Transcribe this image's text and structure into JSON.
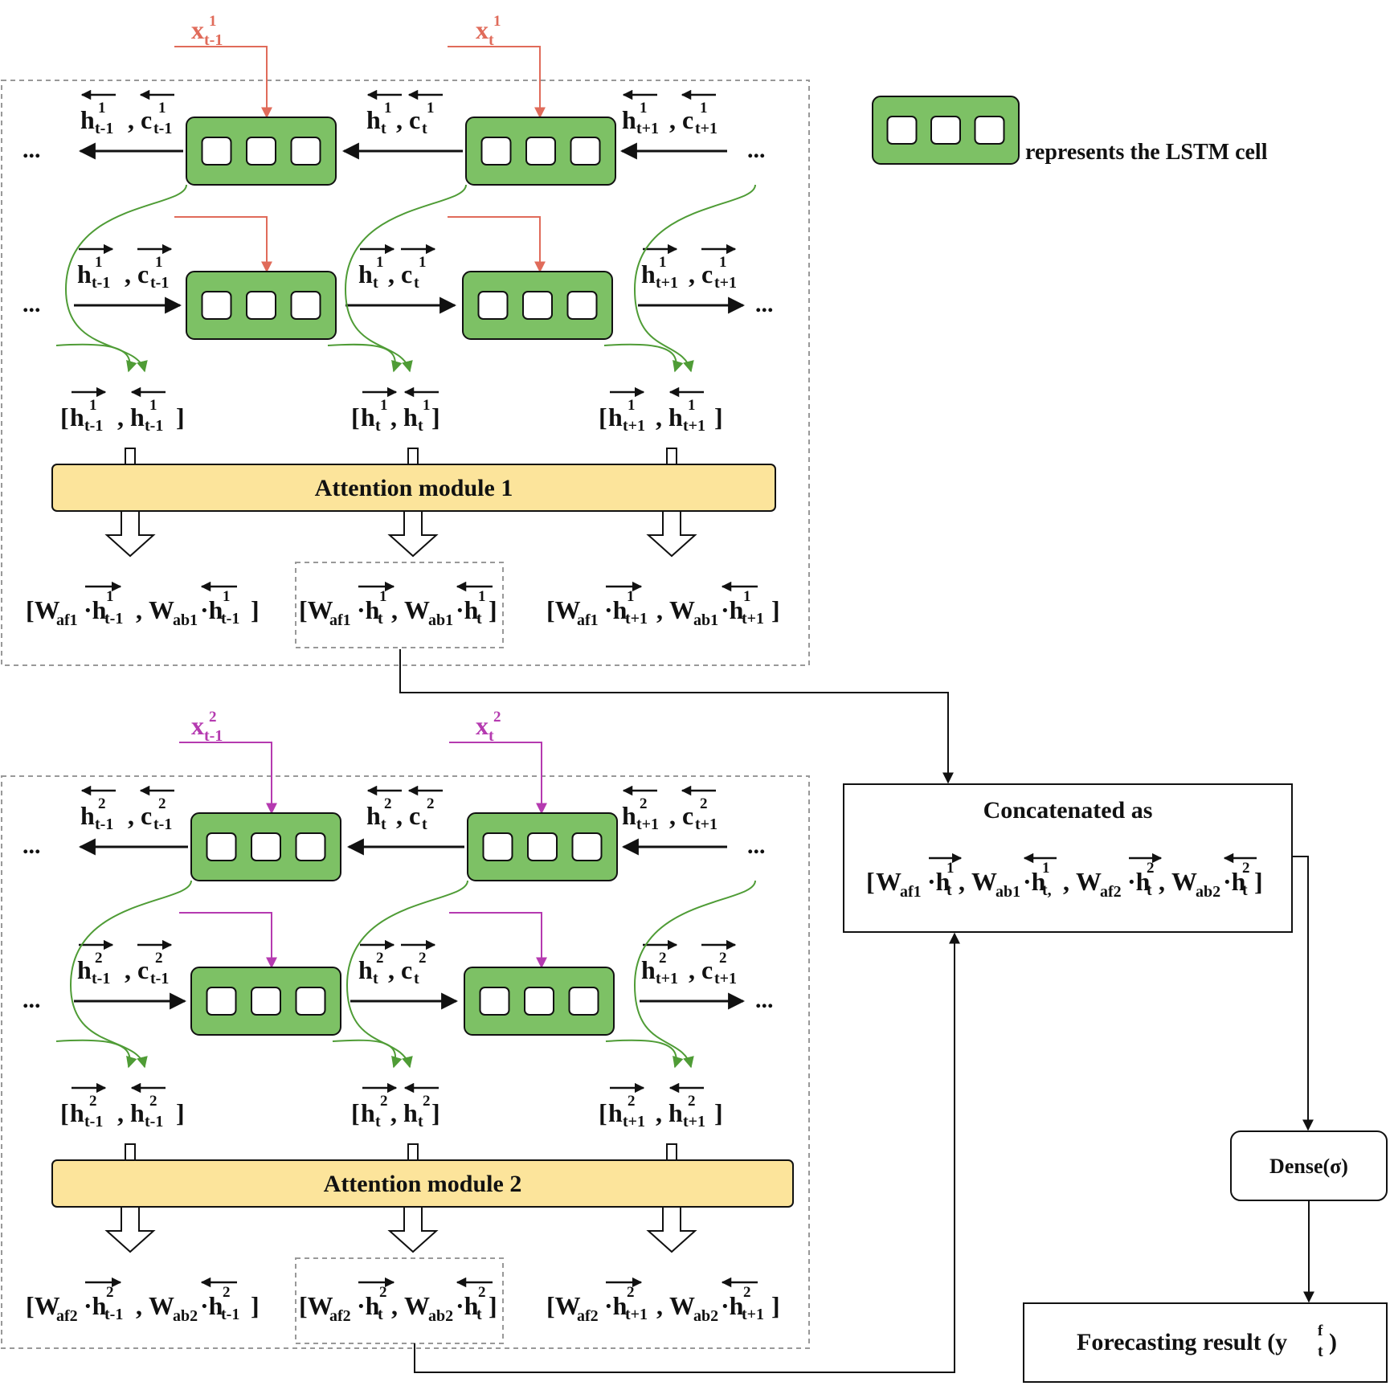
{
  "colors": {
    "cell_fill": "#7dc165",
    "attention_fill": "#fce49b",
    "input_color_1": "#e06b5a",
    "input_color_2": "#b53ab0",
    "green_arrow": "#4f9c36",
    "frame_dashed": "#999999"
  },
  "legend": {
    "text": "represents the LSTM cell"
  },
  "ellipsis": "...",
  "comma": ",",
  "module1": {
    "inputs": [
      {
        "base": "x",
        "sub": "t-1",
        "sup": "1"
      },
      {
        "base": "x",
        "sub": "t",
        "sup": "1"
      }
    ],
    "backward_states": [
      {
        "h": "h",
        "c": "c",
        "sub": "t-1",
        "sup": "1"
      },
      {
        "h": "h",
        "c": "c",
        "sub": "t",
        "sup": "1"
      },
      {
        "h": "h",
        "c": "c",
        "sub": "t+1",
        "sup": "1"
      }
    ],
    "forward_states": [
      {
        "h": "h",
        "c": "c",
        "sub": "t-1",
        "sup": "1"
      },
      {
        "h": "h",
        "c": "c",
        "sub": "t",
        "sup": "1"
      },
      {
        "h": "h",
        "c": "c",
        "sub": "t+1",
        "sup": "1"
      }
    ],
    "concat_states": [
      {
        "sub": "t-1",
        "sup": "1"
      },
      {
        "sub": "t",
        "sup": "1"
      },
      {
        "sub": "t+1",
        "sup": "1"
      }
    ],
    "attention_label": "Attention module 1",
    "weighted_outputs": [
      {
        "wf": "af1",
        "wb": "ab1",
        "sub": "t-1",
        "sup": "1"
      },
      {
        "wf": "af1",
        "wb": "ab1",
        "sub": "t",
        "sup": "1"
      },
      {
        "wf": "af1",
        "wb": "ab1",
        "sub": "t+1",
        "sup": "1"
      }
    ]
  },
  "module2": {
    "inputs": [
      {
        "base": "x",
        "sub": "t-1",
        "sup": "2"
      },
      {
        "base": "x",
        "sub": "t",
        "sup": "2"
      }
    ],
    "backward_states": [
      {
        "h": "h",
        "c": "c",
        "sub": "t-1",
        "sup": "2"
      },
      {
        "h": "h",
        "c": "c",
        "sub": "t",
        "sup": "2"
      },
      {
        "h": "h",
        "c": "c",
        "sub": "t+1",
        "sup": "2"
      }
    ],
    "forward_states": [
      {
        "h": "h",
        "c": "c",
        "sub": "t-1",
        "sup": "2"
      },
      {
        "h": "h",
        "c": "c",
        "sub": "t",
        "sup": "2"
      },
      {
        "h": "h",
        "c": "c",
        "sub": "t+1",
        "sup": "2"
      }
    ],
    "concat_states": [
      {
        "sub": "t-1",
        "sup": "2"
      },
      {
        "sub": "t",
        "sup": "2"
      },
      {
        "sub": "t+1",
        "sup": "2"
      }
    ],
    "attention_label": "Attention module 2",
    "weighted_outputs": [
      {
        "wf": "af2",
        "wb": "ab2",
        "sub": "t-1",
        "sup": "2"
      },
      {
        "wf": "af2",
        "wb": "ab2",
        "sub": "t",
        "sup": "2"
      },
      {
        "wf": "af2",
        "wb": "ab2",
        "sub": "t+1",
        "sup": "2"
      }
    ]
  },
  "concat_box": {
    "title": "Concatenated as",
    "terms": [
      {
        "w": "af1",
        "sup": "1",
        "sub": "t"
      },
      {
        "w": "ab1",
        "sup": "1",
        "sub": "t,"
      },
      {
        "w": "af2",
        "sup": "2",
        "sub": "t"
      },
      {
        "w": "ab2",
        "sup": "2",
        "sub": "t"
      }
    ]
  },
  "dense_label": "Dense(σ)",
  "forecast": {
    "label": "Forecasting result (y",
    "sub": "t",
    "sup": "f",
    "close": ")"
  }
}
